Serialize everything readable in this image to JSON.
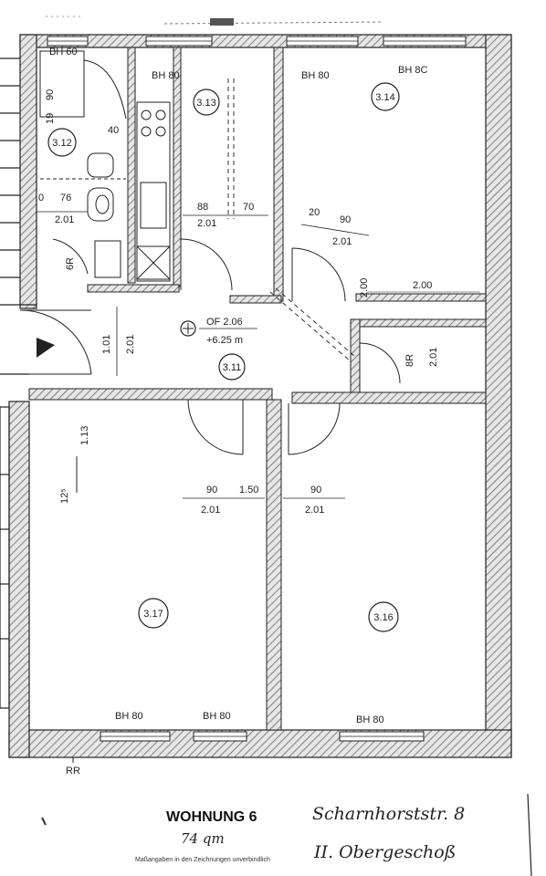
{
  "plan": {
    "rooms": [
      {
        "id": "3.12"
      },
      {
        "id": "3.13"
      },
      {
        "id": "3.14"
      },
      {
        "id": "3.11"
      },
      {
        "id": "3.17"
      },
      {
        "id": "3.16"
      }
    ],
    "window_labels": [
      "BH 60",
      "BH 80",
      "BH 80",
      "BH 8C",
      "BH 80",
      "BH 80",
      "BH 80"
    ],
    "dims": {
      "d90": "90",
      "d19": "19",
      "d40": "40",
      "d76": "76",
      "d0": "0",
      "d201a": "2.01",
      "d88": "88",
      "d201b": "2.01",
      "d70": "70",
      "d20": "20",
      "d90b": "90",
      "d201c": "2.01",
      "d200": "2.00",
      "d6r": "6R",
      "d101": "1.01",
      "d201d": "2.01",
      "d8r": "8R",
      "d201e": "2.01",
      "d200b": "2.00",
      "d113": "1.13",
      "d125": "12⁵",
      "d90c": "90",
      "d150": "1.50",
      "d201f": "2.01",
      "d90d": "90",
      "d201g": "2.01"
    },
    "level_line1": "OF 2.06",
    "level_line2": "+6.25 m",
    "bottom_mark": "RR"
  },
  "footer": {
    "apartment_title": "WOHNUNG 6",
    "area_handwritten": "74 qm",
    "street_handwritten": "Scharnhorststr. 8",
    "floor_handwritten": "II. Obergeschoß",
    "note": "Maßangaben in den Zeichnungen unverbindlich"
  }
}
